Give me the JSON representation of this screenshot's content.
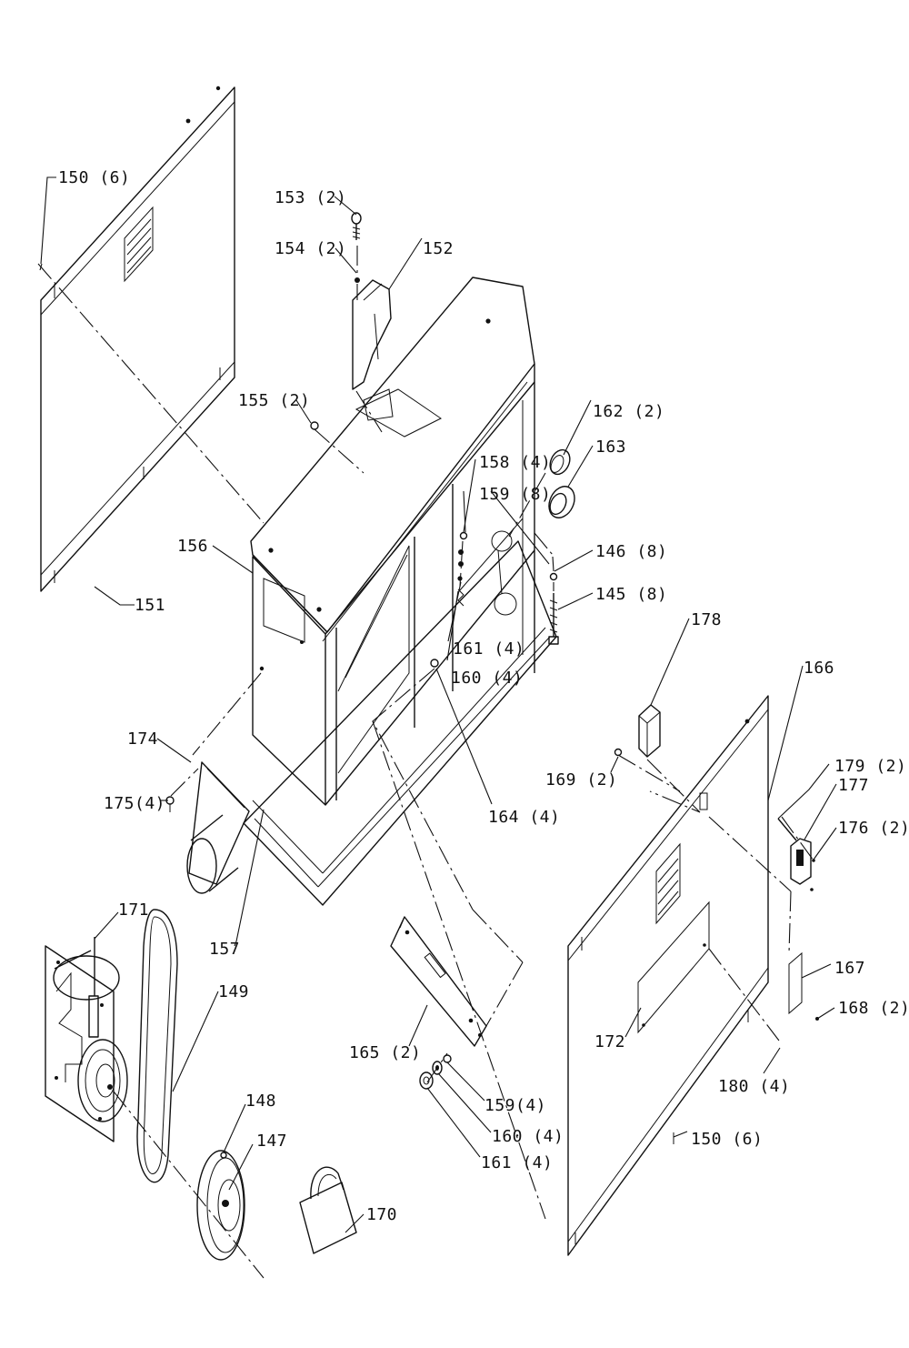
{
  "callouts": {
    "c145": "145 (8)",
    "c146": "146 (8)",
    "c147": "147",
    "c148": "148",
    "c149": "149",
    "c150a": "150 (6)",
    "c150b": "150 (6)",
    "c151": "151",
    "c152": "152",
    "c153": "153 (2)",
    "c154": "154 (2)",
    "c155": "155 (2)",
    "c156": "156",
    "c157": "157",
    "c158": "158 (4)",
    "c159a": "159 (8)",
    "c159b": "159(4)",
    "c160a": "160 (4)",
    "c160b": "160 (4)",
    "c161a": "161 (4)",
    "c161b": "161 (4)",
    "c162": "162 (2)",
    "c163": "163",
    "c164": "164 (4)",
    "c165": "165 (2)",
    "c166": "166",
    "c167": "167",
    "c168": "168 (2)",
    "c169": "169 (2)",
    "c170": "170",
    "c171": "171",
    "c172": "172",
    "c174": "174",
    "c175": "175(4)",
    "c176": "176 (2)",
    "c177": "177",
    "c178": "178",
    "c179": "179 (2)",
    "c180": "180 (4)"
  }
}
